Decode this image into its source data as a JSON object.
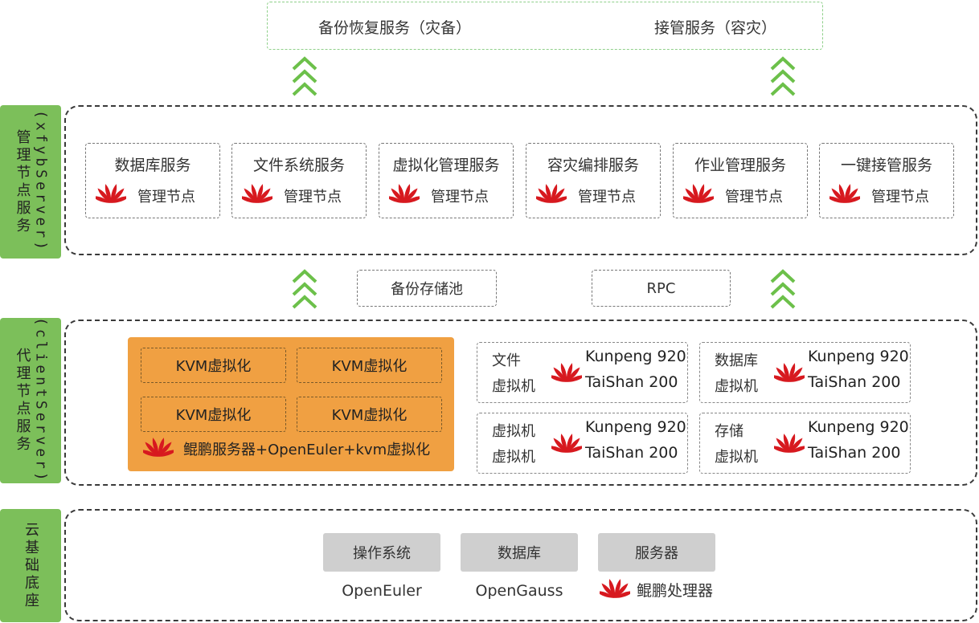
{
  "top": {
    "backup_service": "备份恢复服务（灾备）",
    "takeover_service": "接管服务（容灾）"
  },
  "management": {
    "tab_title": "管理节点服务",
    "tab_sub": "(xfybServer)",
    "services": [
      {
        "title": "数据库服务",
        "node": "管理节点"
      },
      {
        "title": "文件系统服务",
        "node": "管理节点"
      },
      {
        "title": "虚拟化管理服务",
        "node": "管理节点"
      },
      {
        "title": "容灾编排服务",
        "node": "管理节点"
      },
      {
        "title": "作业管理服务",
        "node": "管理节点"
      },
      {
        "title": "一键接管服务",
        "node": "管理节点"
      }
    ]
  },
  "middle": {
    "storage_pool": "备份存储池",
    "rpc": "RPC"
  },
  "agent": {
    "tab_title": "代理节点服务",
    "tab_sub": "(clientServer)",
    "kvm_cells": [
      "KVM虚拟化",
      "KVM虚拟化",
      "KVM虚拟化",
      "KVM虚拟化"
    ],
    "kvm_footer": "鲲鹏服务器+OpenEuler+kvm虚拟化",
    "vms": [
      {
        "l1": "文件",
        "l2": "虚拟机",
        "r1": "Kunpeng 920",
        "r2": "TaiShan 200"
      },
      {
        "l1": "数据库",
        "l2": "虚拟机",
        "r1": "Kunpeng 920",
        "r2": "TaiShan 200"
      },
      {
        "l1": "虚拟机",
        "l2": "虚拟机",
        "r1": "Kunpeng 920",
        "r2": "TaiShan 200"
      },
      {
        "l1": "存储",
        "l2": "虚拟机",
        "r1": "Kunpeng 920",
        "r2": "TaiShan 200"
      }
    ]
  },
  "cloud": {
    "tab_title": "云基础底座",
    "items": [
      {
        "box": "操作系统",
        "label": "OpenEuler"
      },
      {
        "box": "数据库",
        "label": "OpenGauss"
      },
      {
        "box": "服务器",
        "label": "鲲鹏处理器"
      }
    ]
  },
  "colors": {
    "green": "#7cbf5a",
    "arrow_green": "#6cc04a",
    "orange": "#f0a042",
    "huawei_red": "#d7191f"
  },
  "icons": {
    "logo": "huawei-logo-icon",
    "arrow": "triple-chevron-up-icon"
  }
}
